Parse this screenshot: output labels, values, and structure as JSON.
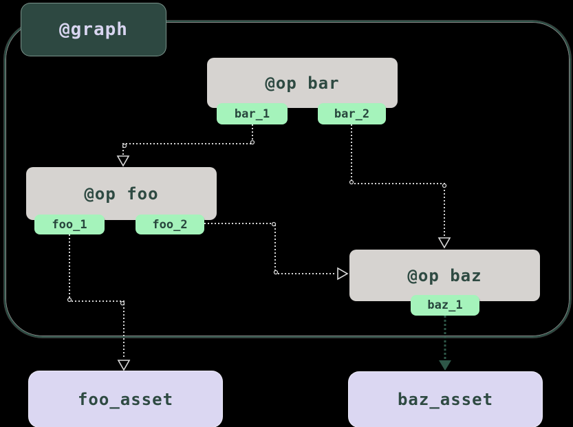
{
  "graph_badge": "@graph",
  "ops": {
    "bar": {
      "label": "@op bar",
      "outputs": [
        "bar_1",
        "bar_2"
      ]
    },
    "foo": {
      "label": "@op foo",
      "outputs": [
        "foo_1",
        "foo_2"
      ]
    },
    "baz": {
      "label": "@op baz",
      "outputs": [
        "baz_1"
      ]
    }
  },
  "assets": {
    "foo": {
      "label": "foo_asset"
    },
    "baz": {
      "label": "baz_asset"
    }
  },
  "edges": [
    {
      "from": "bar_1",
      "to": "@op foo",
      "style": "dotted-light-open-arrow"
    },
    {
      "from": "bar_2",
      "to": "@op baz",
      "style": "dotted-light-open-arrow"
    },
    {
      "from": "foo_2",
      "to": "@op baz",
      "style": "dotted-light-open-arrow"
    },
    {
      "from": "foo_1",
      "to": "foo_asset",
      "style": "dotted-light-open-arrow"
    },
    {
      "from": "baz_1",
      "to": "baz_asset",
      "style": "dotted-dark-filled-arrow"
    }
  ],
  "colors": {
    "background": "#000000",
    "graph_badge_bg": "#2d4841",
    "graph_badge_text": "#d8d5f0",
    "container_border": "#2a4f44",
    "op_box_bg": "#d6d3d0",
    "op_text": "#2e4a42",
    "output_tab_bg": "#a5f3bb",
    "output_tab_text": "#27453c",
    "asset_box_bg": "#dbd7f2",
    "asset_text": "#2e4a42",
    "edge_light": "#d8d8d8",
    "edge_dark": "#2e5748"
  }
}
